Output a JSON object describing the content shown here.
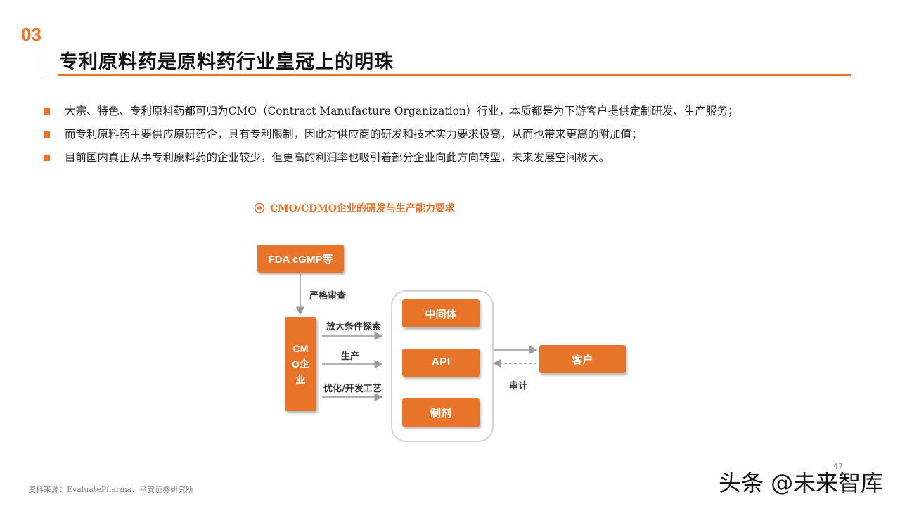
{
  "header": {
    "section_number": "03",
    "title": "专利原料药是原料药行业皇冠上的明珠"
  },
  "bullets": [
    "大宗、特色、专利原料药都可归为CMO（Contract Manufacture Organization）行业，本质都是为下游客户提供定制研发、生产服务；",
    "而专利原料药主要供应原研药企，具有专利限制，因此对供应商的研发和技术实力要求极高，从而也带来更高的附加值；",
    "目前国内真正从事专利原料药的企业较少，但更高的利润率也吸引着部分企业向此方向转型，未来发展空间极大。"
  ],
  "diagram": {
    "title": "CMO/CDMO企业的研发与生产能力要求",
    "regulator_box": "FDA cGMP等",
    "review_label": "严格审查",
    "cmo_box": "CMO企业",
    "flows": [
      "放大条件探索",
      "生产",
      "优化/开发工艺"
    ],
    "products": [
      "中间体",
      "API",
      "制剂"
    ],
    "customer_box": "客户",
    "audit_label": "审计"
  },
  "colors": {
    "accent": "#E8742A",
    "rule": "#E8742A"
  },
  "footer": {
    "source": "资料来源：EvaluatePharma、平安证券研究所",
    "page_number": "47",
    "watermark": "头条 @未来智库"
  }
}
